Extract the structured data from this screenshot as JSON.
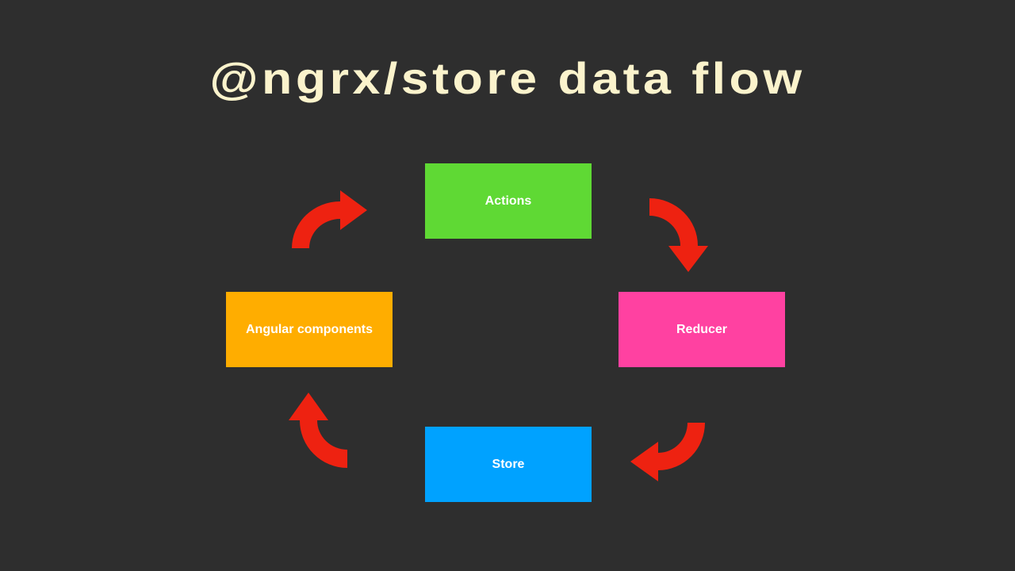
{
  "title": "@ngrx/store data flow",
  "nodes": {
    "actions": "Actions",
    "reducer": "Reducer",
    "store": "Store",
    "angular": "Angular components"
  },
  "colors": {
    "actions": "#5fd934",
    "reducer": "#ff41a1",
    "store": "#00a2ff",
    "angular": "#ffad00",
    "arrow": "#ee2211",
    "title": "#fbf3cc"
  }
}
